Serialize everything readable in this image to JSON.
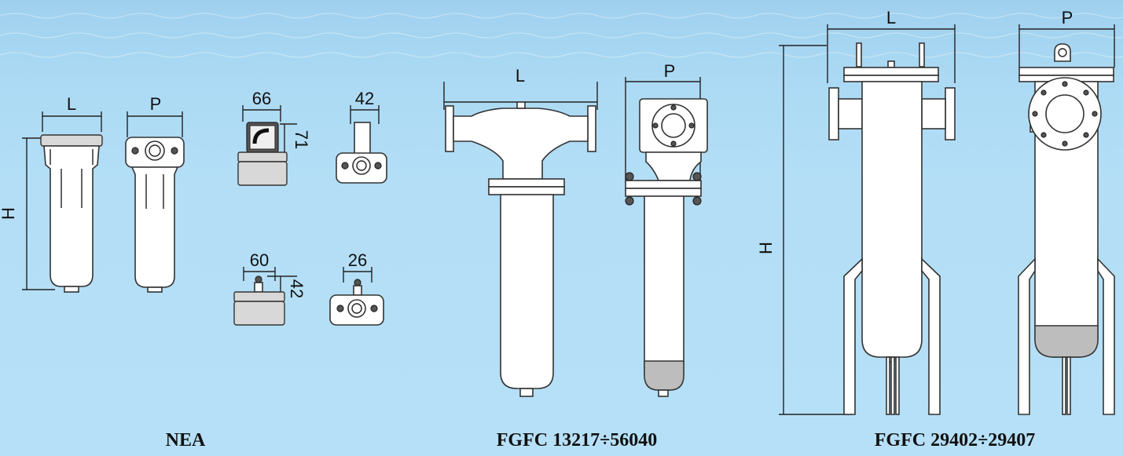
{
  "captions": {
    "nea": "NEA",
    "fgfc_small": "FGFC 13217÷56040",
    "fgfc_large": "FGFC 29402÷29407"
  },
  "dims": {
    "nea_l": "L",
    "nea_p": "P",
    "nea_h": "H",
    "acc1_w": "66",
    "acc1_h": "71",
    "acc2_w": "42",
    "acc3_w": "60",
    "acc3_h": "42",
    "acc4_w": "26",
    "fgfc1_l": "L",
    "fgfc1_p": "P",
    "fgfc2_l": "L",
    "fgfc2_p": "P",
    "fgfc2_h": "H"
  },
  "colors": {
    "background": "#b3def6",
    "line": "#222222",
    "body": "#ffffff"
  }
}
